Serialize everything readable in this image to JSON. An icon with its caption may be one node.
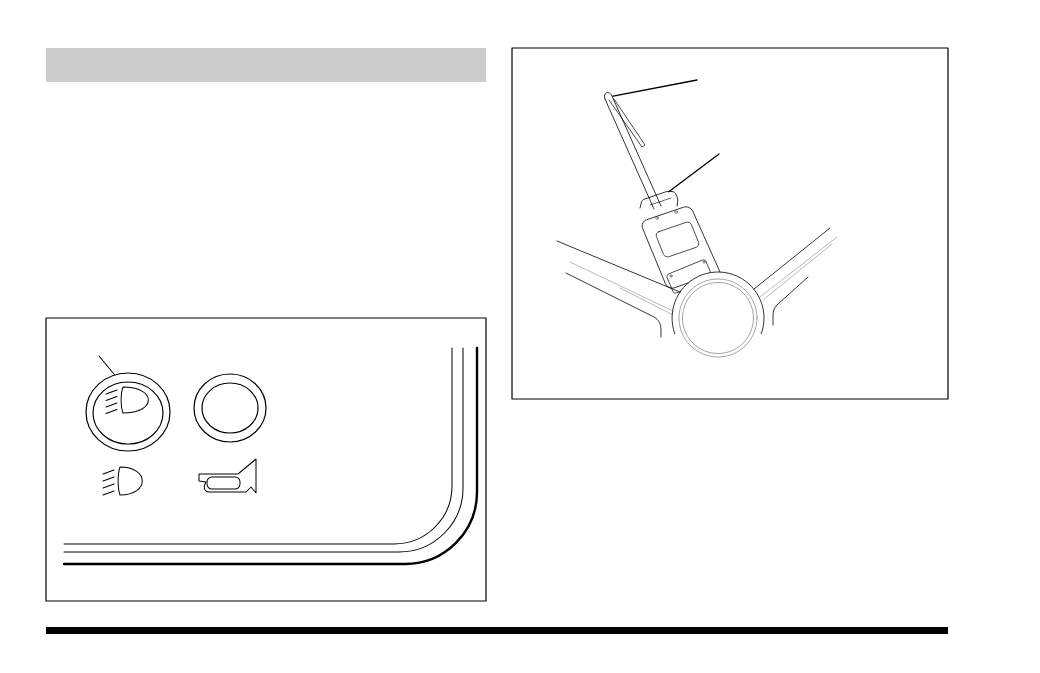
{
  "diagram": {
    "nodes": [
      {
        "text": [],
        "shape": "bar"
      },
      {
        "text": [],
        "shape": "circle"
      },
      {
        "text": [],
        "shape": "picture"
      },
      {
        "text": [],
        "shape": "picture"
      }
    ],
    "edges": [
      {
        "from": null,
        "to": 1,
        "arrow": "none"
      },
      {
        "from": null,
        "to": 2,
        "arrow": "none"
      },
      {
        "from": null,
        "to": 3,
        "arrow": "none"
      }
    ]
  }
}
